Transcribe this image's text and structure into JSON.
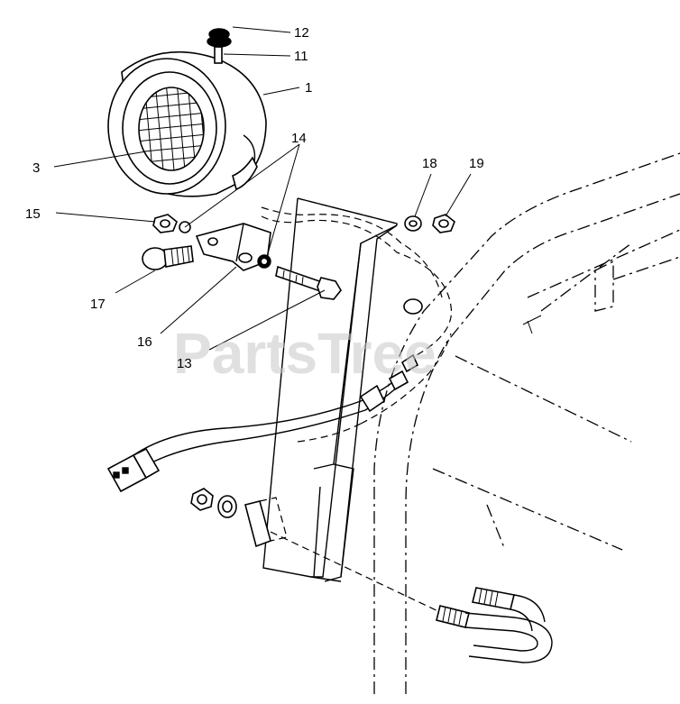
{
  "watermark": "PartsTree",
  "callouts": [
    {
      "id": "c12",
      "text": "12"
    },
    {
      "id": "c11",
      "text": "11"
    },
    {
      "id": "c1",
      "text": "1"
    },
    {
      "id": "c14",
      "text": "14"
    },
    {
      "id": "c3",
      "text": "3"
    },
    {
      "id": "c18",
      "text": "18"
    },
    {
      "id": "c19",
      "text": "19"
    },
    {
      "id": "c15",
      "text": "15"
    },
    {
      "id": "c17",
      "text": "17"
    },
    {
      "id": "c16",
      "text": "16"
    },
    {
      "id": "c13",
      "text": "13"
    }
  ]
}
